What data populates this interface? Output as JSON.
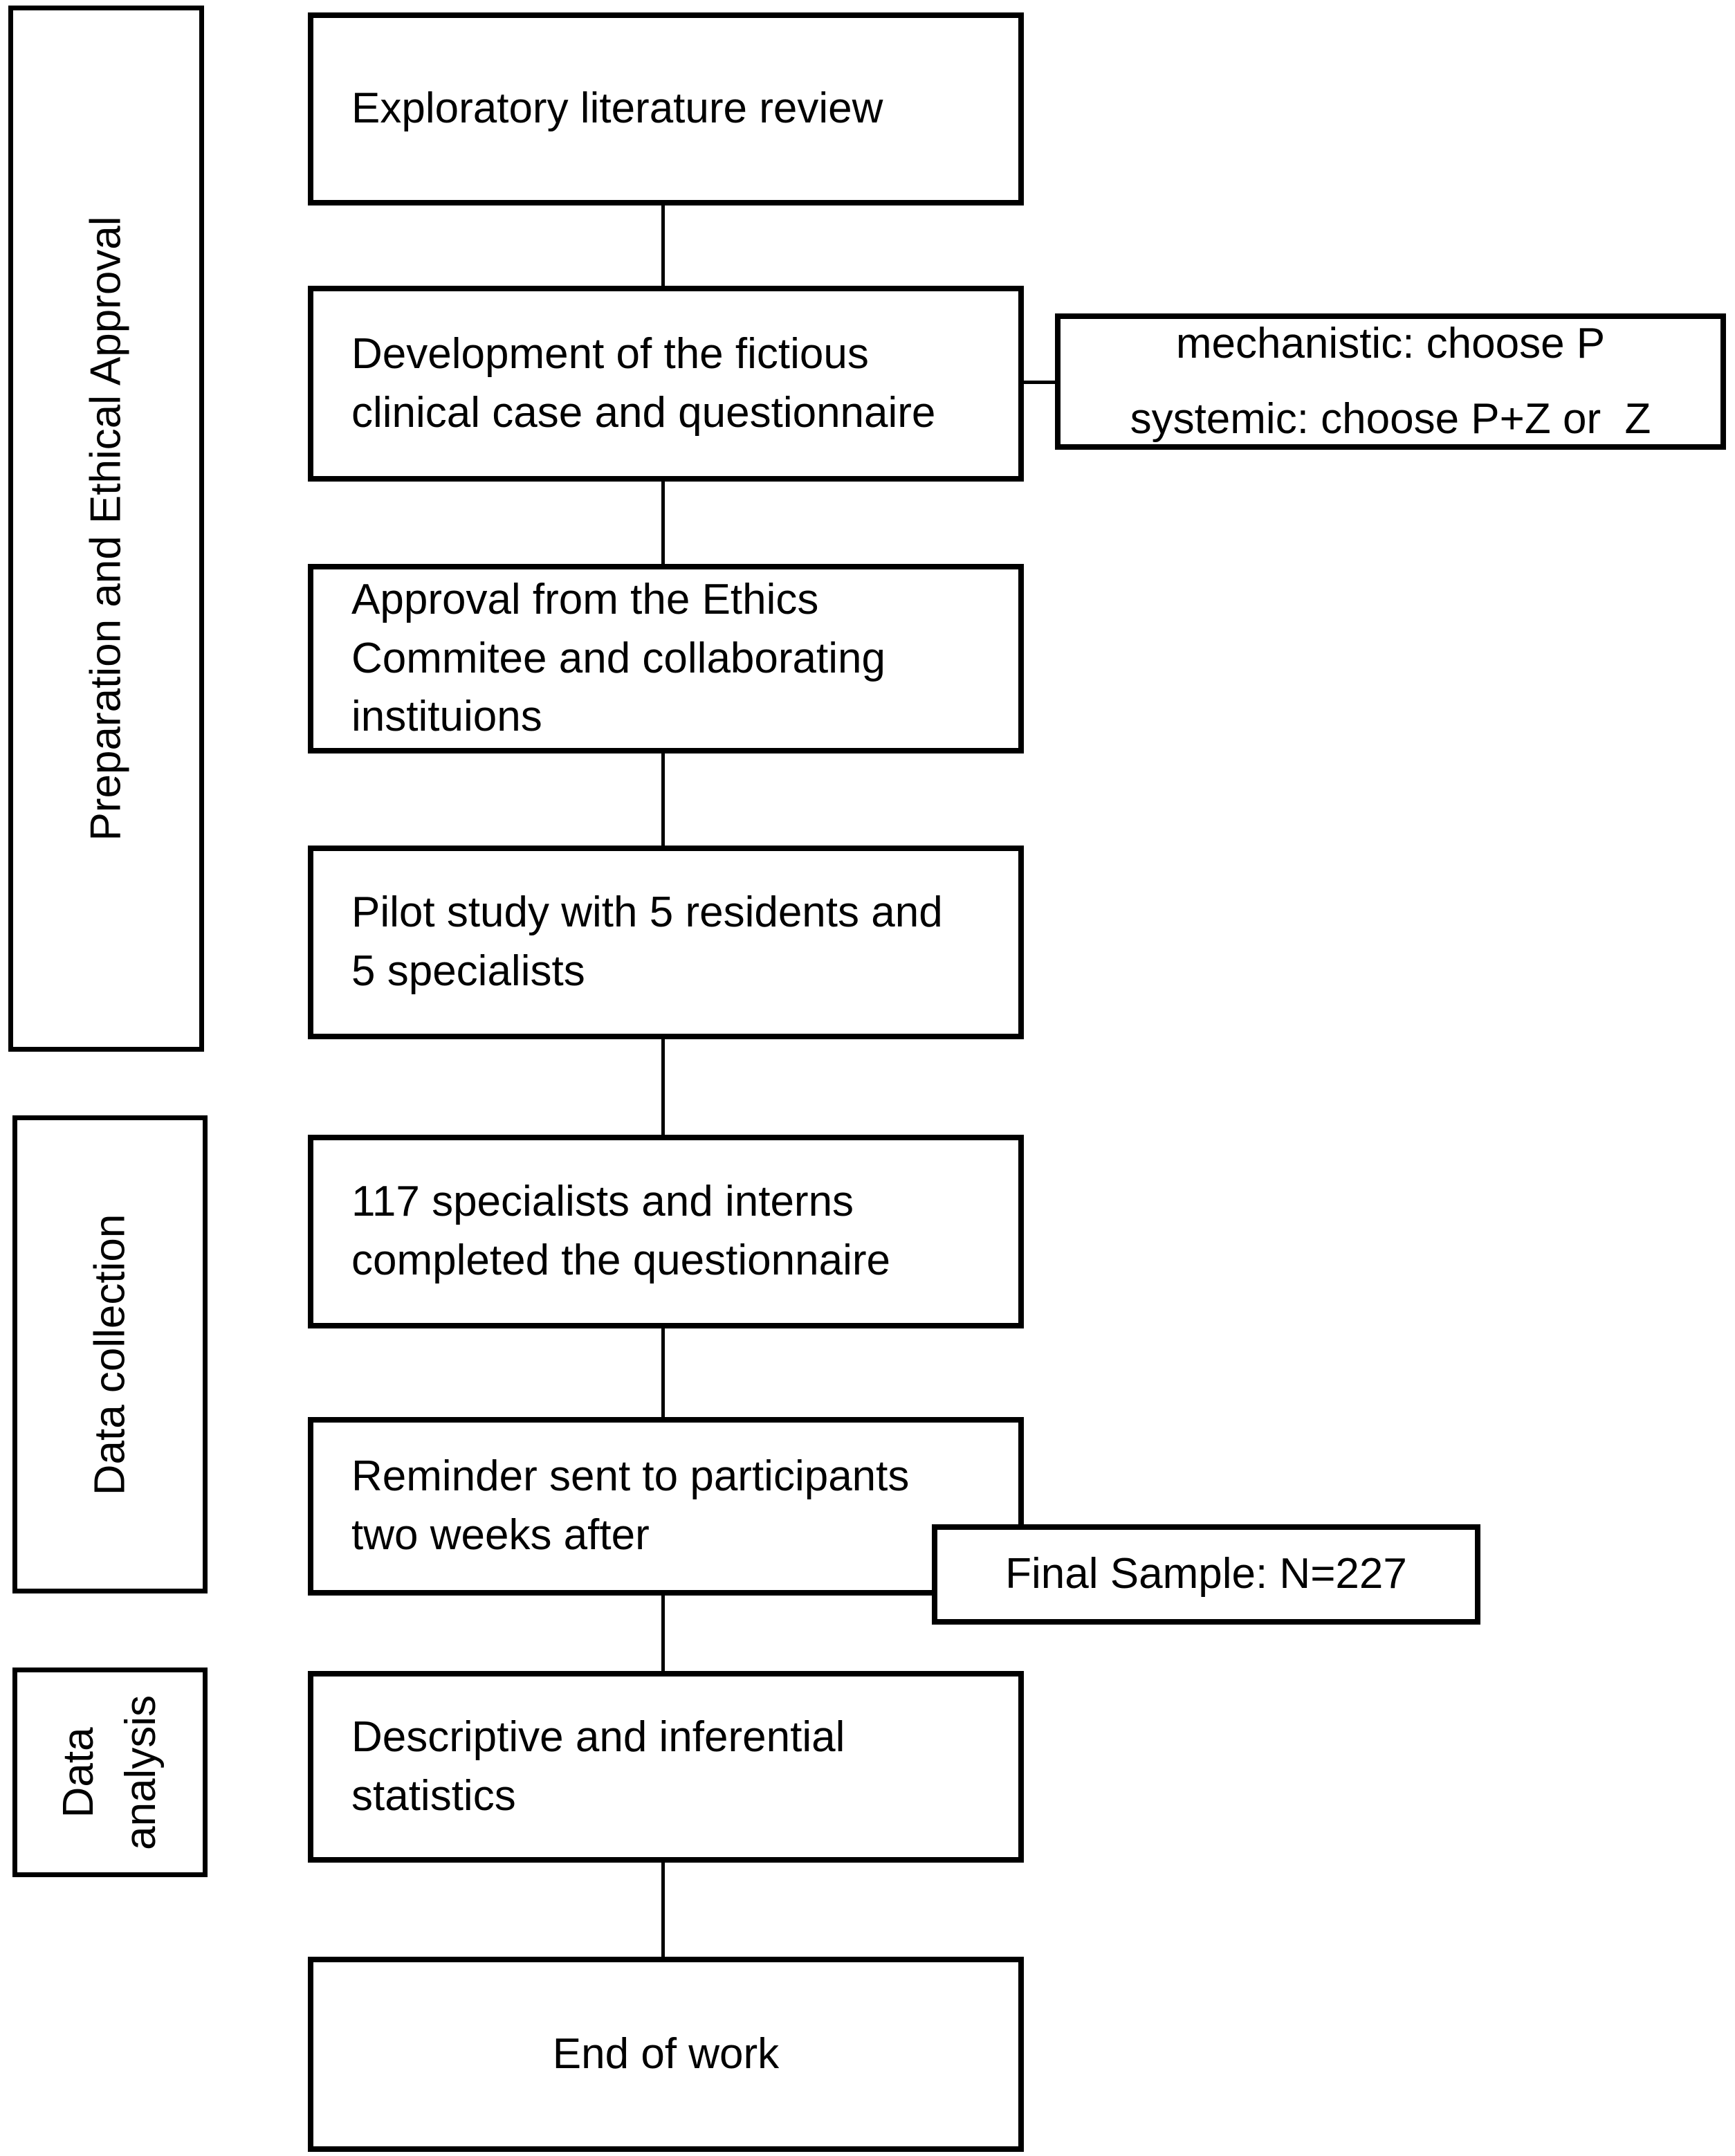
{
  "diagram": {
    "title": "Study methodology flowchart",
    "colors": {
      "ink": "#000000",
      "background": "#ffffff"
    },
    "phases": [
      {
        "label": "Preparation and Ethical Approval"
      },
      {
        "label": "Data collection"
      },
      {
        "label": "Data\nanalysis"
      }
    ],
    "steps": [
      {
        "label": "Exploratory literature review"
      },
      {
        "label": "Development of the fictious\nclinical case and questionnaire"
      },
      {
        "label": "Approval from the Ethics\nCommitee and collaborating\ninstituions"
      },
      {
        "label": "Pilot study with 5 residents and\n5 specialists"
      },
      {
        "label": "117 specialists and interns\ncompleted the questionnaire"
      },
      {
        "label": "Reminder sent to participants\ntwo weeks after"
      },
      {
        "label": "Descriptive and inferential\nstatistics"
      },
      {
        "label": "End of work"
      }
    ],
    "notes": [
      {
        "label": "mechanistic: choose P\nsystemic: choose P+Z or  Z"
      },
      {
        "label": "Final Sample: N=227"
      }
    ]
  }
}
